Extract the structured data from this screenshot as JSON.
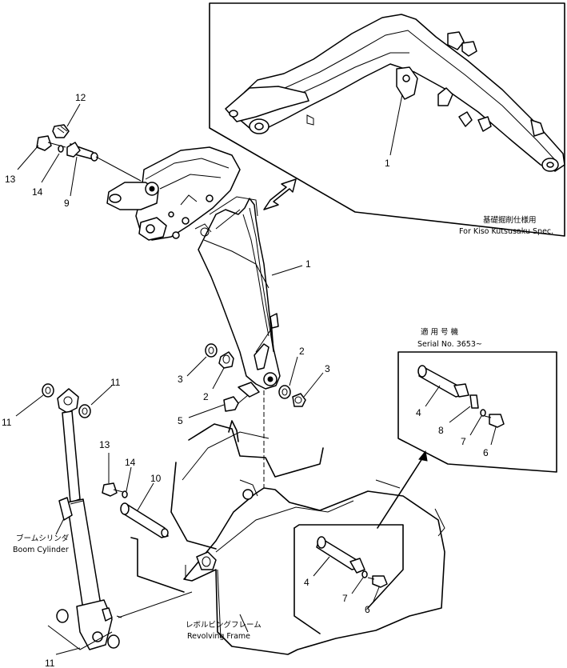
{
  "callouts": {
    "main_boom": "1",
    "kiso_boom": "1",
    "bushing_r": "2",
    "bushing_l": "2",
    "seal_l": "3",
    "seal_r": "3",
    "fitting": "5",
    "pin": "9",
    "pin_bottom": "10",
    "ring_tl": "11",
    "ring_tr": "11",
    "ring_bottom": "11",
    "grease": "12",
    "bolt_upper": "13",
    "washer_upper": "14",
    "bolt_lower": "13",
    "washer_lower": "14",
    "serial_pin": "4",
    "serial_bolt": "6",
    "serial_washer": "7",
    "serial_plate": "8",
    "frame_pin": "4",
    "frame_washer": "7",
    "frame_bolt": "6"
  },
  "captions": {
    "kiso_jp": "基礎掘削仕様用",
    "kiso_en": "For Kiso Kutsusaku Spec.",
    "serial_jp": "適 用 号 機",
    "serial_en": "Serial No. 3653~",
    "boom_cyl_jp": "ブームシリンダ",
    "boom_cyl_en": "Boom Cylinder",
    "frame_jp": "レボルビングフレーム",
    "frame_en": "Revolving Frame"
  }
}
